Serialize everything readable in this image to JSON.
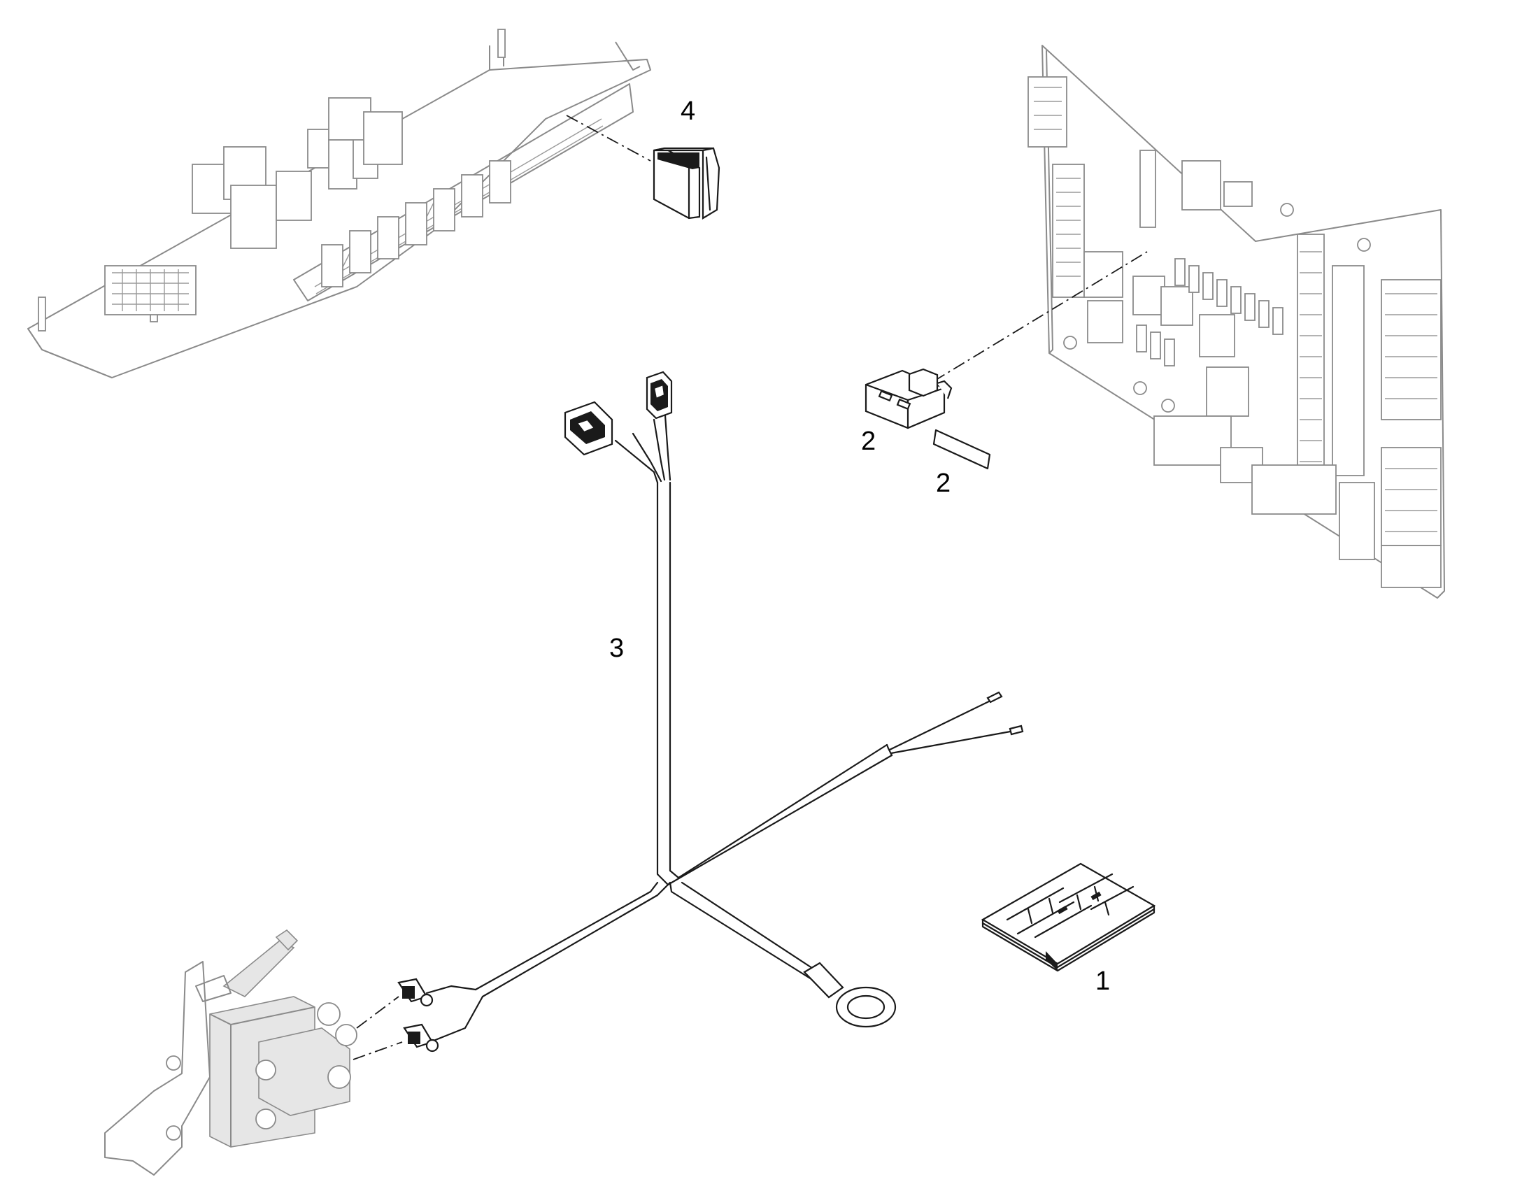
{
  "callouts": {
    "item_1": "1",
    "item_2_fuse": "2",
    "item_2_label": "2",
    "item_3": "3",
    "item_4": "4"
  },
  "colors": {
    "line": "#1a1a1a",
    "context_part": "#8a8a8a",
    "background": "#ffffff"
  }
}
